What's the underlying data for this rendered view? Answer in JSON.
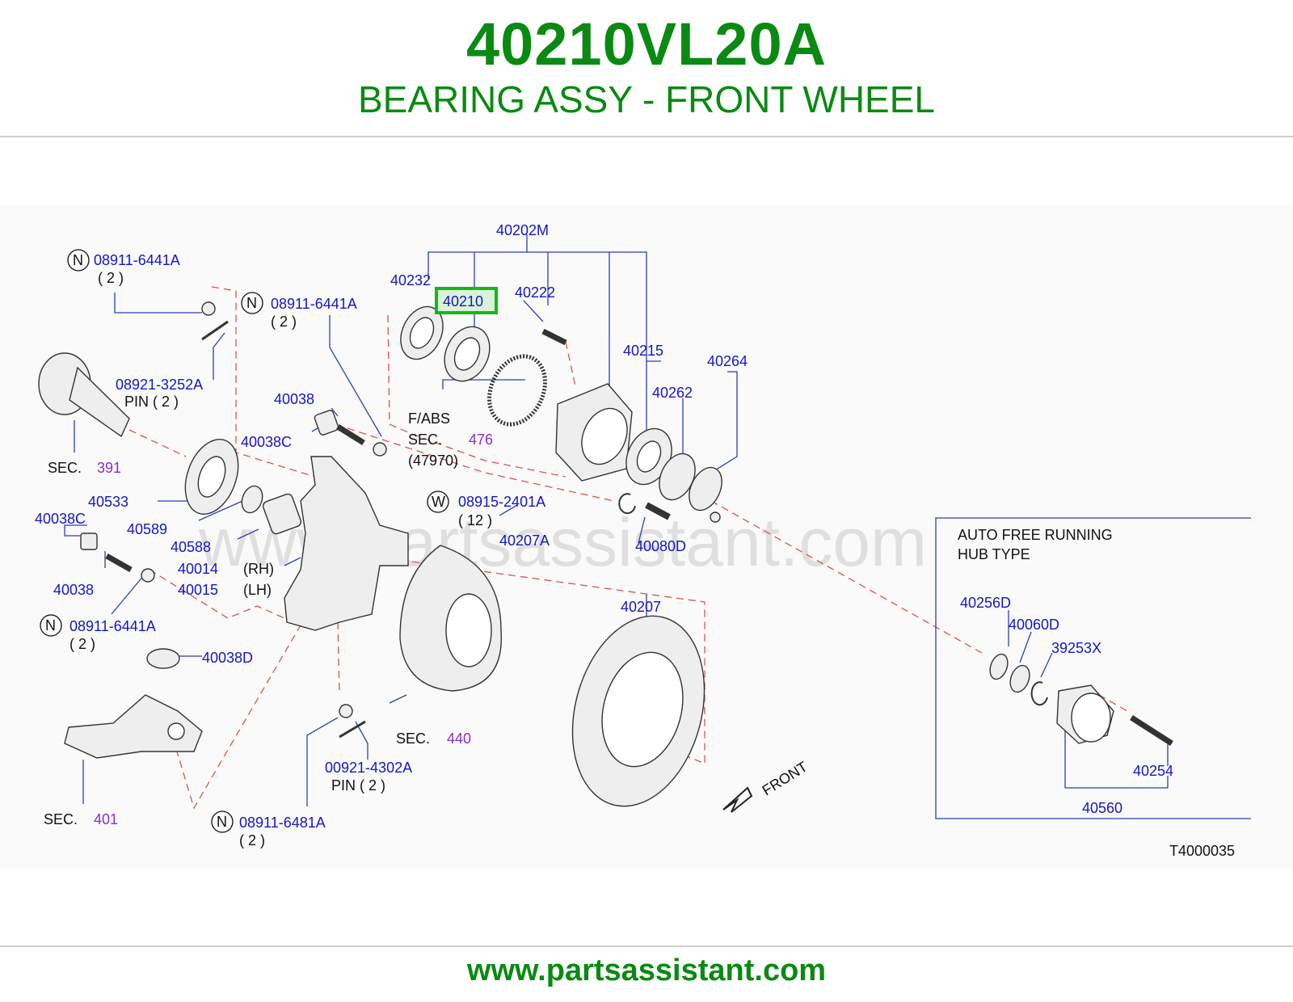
{
  "header": {
    "part_number": "40210VL20A",
    "part_name": "BEARING ASSY - FRONT WHEEL"
  },
  "diagram": {
    "watermark": "www.partsassistant.com",
    "diagram_code": "T4000035",
    "highlighted_part": "40210",
    "prefix_N": "N",
    "prefix_W": "W",
    "inset": {
      "line1": "AUTO   FREE   RUNNING",
      "line2": "HUB   TYPE"
    },
    "front_label": "FRONT",
    "parts": {
      "p40202M": "40202M",
      "p40232": "40232",
      "p40210": "40210",
      "p40222": "40222",
      "p40215": "40215",
      "p40264": "40264",
      "p40262": "40262",
      "p08911_6441A_a": "08911-6441A",
      "qty2_a": "( 2 )",
      "p08911_6441A_b": "08911-6441A",
      "qty2_b": "( 2 )",
      "p08921_3252A": "08921-3252A",
      "pin_a": "PIN   ( 2 )",
      "p40038_a": "40038",
      "p40038C_a": "40038C",
      "fabs": "F/ABS",
      "sec": "SEC.",
      "sec476": "476",
      "p47970": "(47970)",
      "sec391": "391",
      "p40533": "40533",
      "p40038C_b": "40038C",
      "p40589": "40589",
      "p40588": "40588",
      "p08915_2401A": "08915-2401A",
      "qty12": "( 12 )",
      "p40207A": "40207A",
      "p40080D": "40080D",
      "p40014": "40014",
      "rh": "(RH)",
      "p40015": "40015",
      "lh": "(LH)",
      "p40038_b": "40038",
      "p08911_6441A_c": "08911-6441A",
      "qty2_c": "( 2 )",
      "p40038D": "40038D",
      "p40207": "40207",
      "sec440": "440",
      "p00921_4302A": "00921-4302A",
      "pin_b": "PIN   ( 2 )",
      "sec401": "401",
      "p08911_6481A": "08911-6481A",
      "qty2_d": "( 2 )",
      "p40256D": "40256D",
      "p40060D": "40060D",
      "p39253X": "39253X",
      "p40254": "40254",
      "p40560": "40560"
    }
  },
  "footer": {
    "url": "www.partsassistant.com"
  }
}
